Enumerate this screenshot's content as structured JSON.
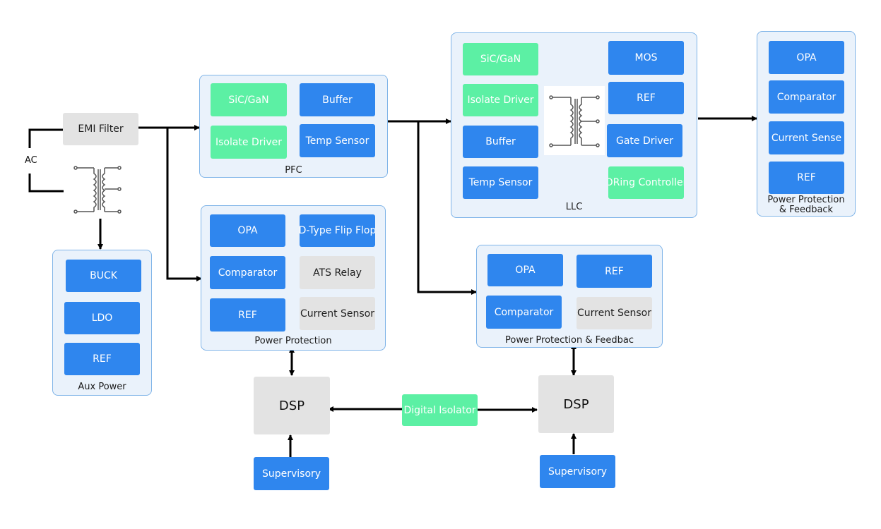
{
  "colors": {
    "block_blue": "#2f86ee",
    "block_green": "#5cf0a4",
    "block_grey": "#e3e3e3",
    "group_fill": "#eaf2fb",
    "group_border": "#7fb4e8",
    "wire": "#000000"
  },
  "input": {
    "ac": "AC",
    "emi_filter": "EMI Filter"
  },
  "aux_power": {
    "title": "Aux Power",
    "buck": "BUCK",
    "ldo": "LDO",
    "ref": "REF"
  },
  "pfc": {
    "title": "PFC",
    "sic_gan": "SiC/GaN",
    "buffer": "Buffer",
    "isolate_driver": "Isolate Driver",
    "temp_sensor": "Temp Sensor"
  },
  "pp1": {
    "title": "Power Protection",
    "opa": "OPA",
    "dff": "D-Type Flip Flop",
    "comparator": "Comparator",
    "ats_relay": "ATS Relay",
    "ref": "REF",
    "current_sensor": "Current Sensor"
  },
  "llc": {
    "title": "LLC",
    "sic_gan": "SiC/GaN",
    "isolate_driver": "Isolate Driver",
    "buffer": "Buffer",
    "temp_sensor": "Temp Sensor",
    "mos": "MOS",
    "ref": "REF",
    "gate_driver": "Gate Driver",
    "oring": "ORing Controller"
  },
  "ppf2": {
    "title": "Power Protection & Feedbac",
    "opa": "OPA",
    "ref": "REF",
    "comparator": "Comparator",
    "current_sensor": "Current Sensor"
  },
  "ppf_right": {
    "title_line1": "Power Protection",
    "title_line2": "& Feedback",
    "opa": "OPA",
    "comparator": "Comparator",
    "current_sense": "Current Sense",
    "ref": "REF"
  },
  "bottom": {
    "dsp_left": "DSP",
    "dsp_right": "DSP",
    "digital_isolator": "Digital Isolator",
    "supervisory_left": "Supervisory",
    "supervisory_right": "Supervisory"
  }
}
